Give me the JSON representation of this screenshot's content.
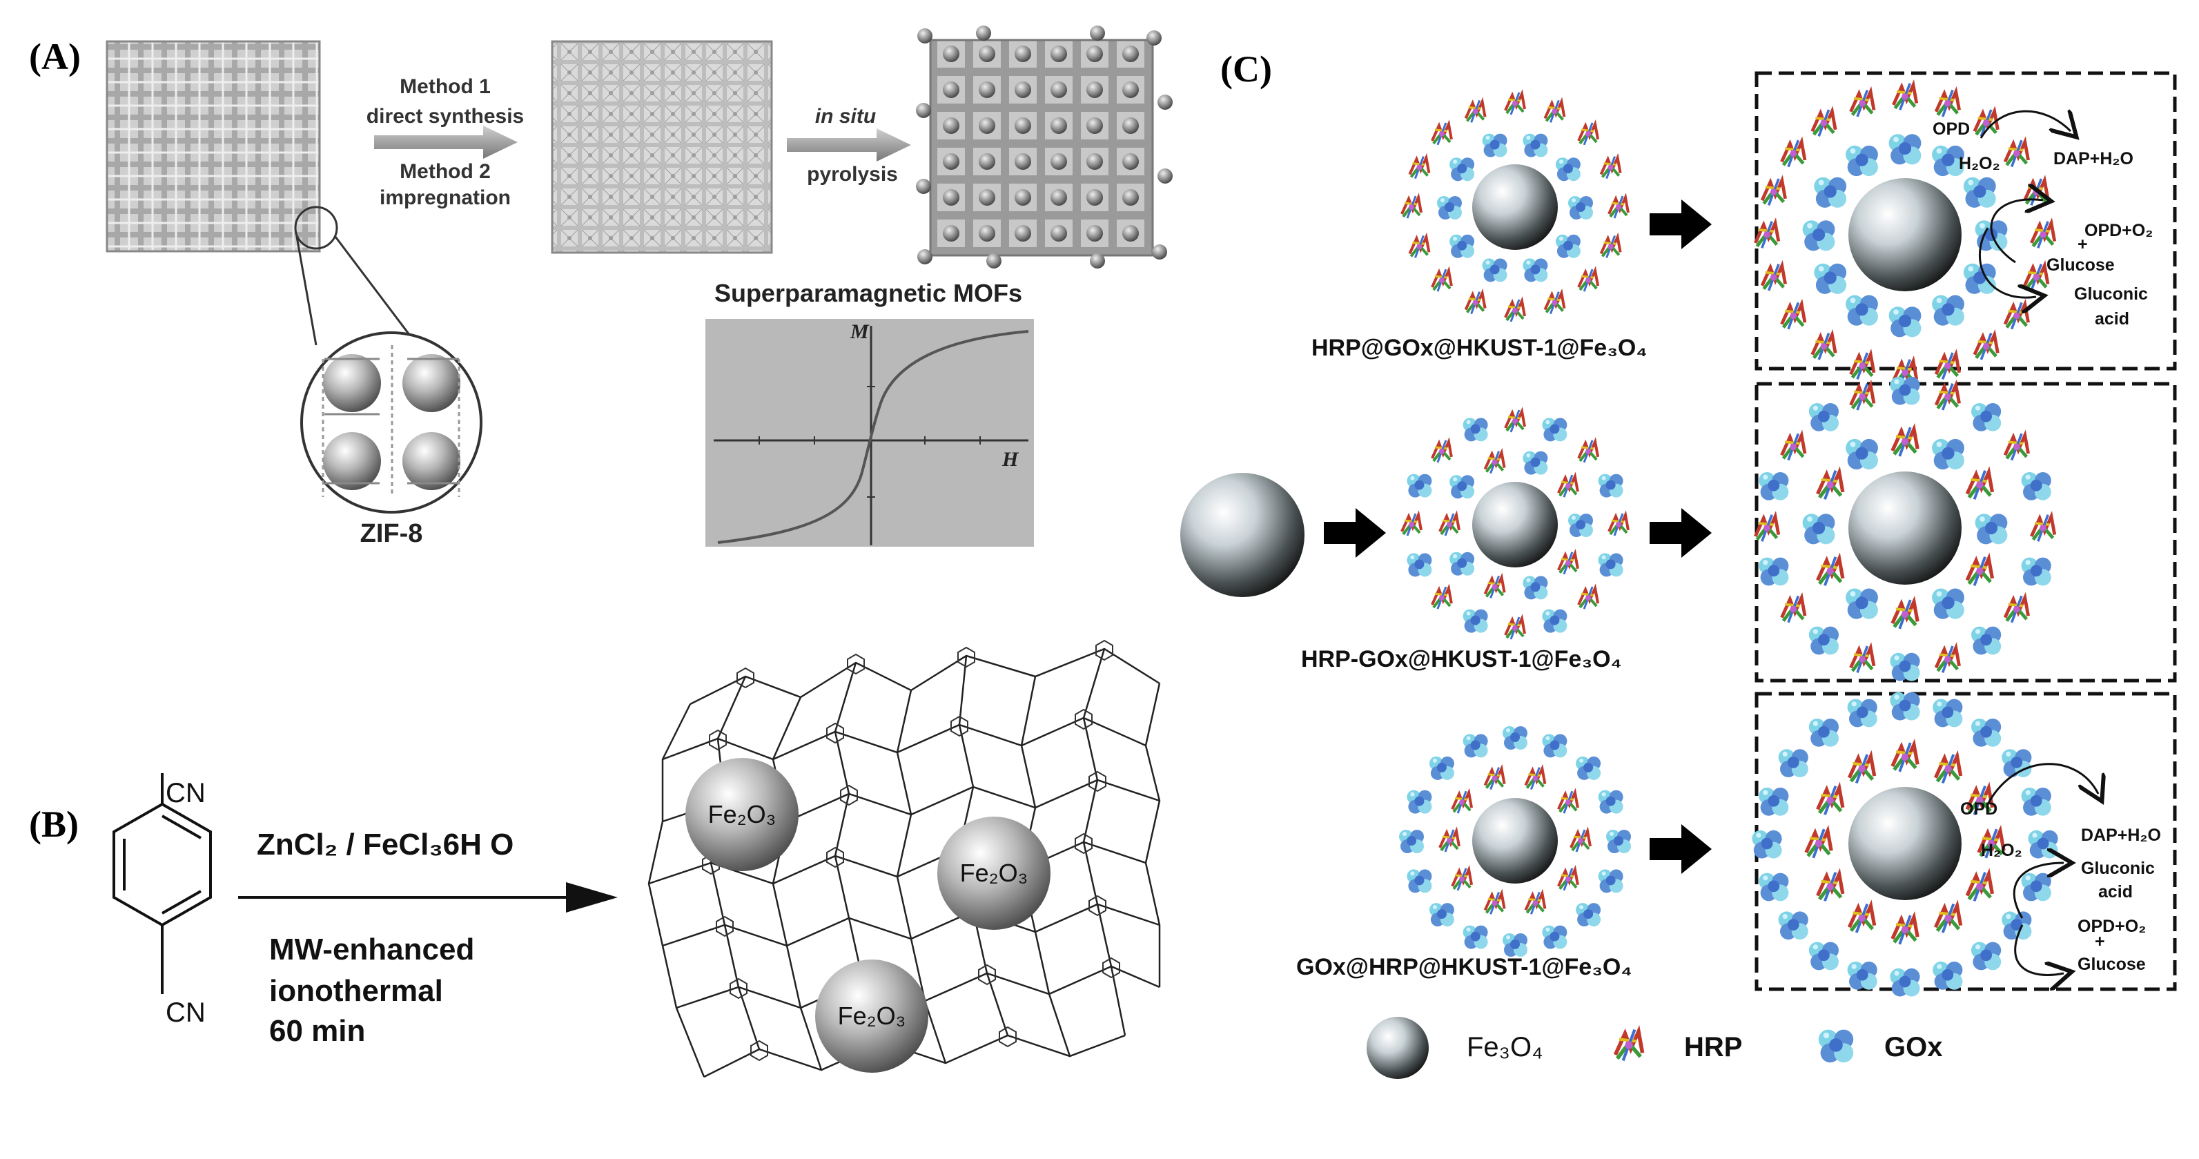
{
  "panels": {
    "a": {
      "label": "(A)",
      "method1_line1": "Method 1",
      "method1_line2": "direct synthesis",
      "method2_line1": "Method 2",
      "method2_line2": "impregnation",
      "insitu": "in situ",
      "pyrolysis": "pyrolysis",
      "zif_label": "ZIF-8",
      "caption": "Superparamagnetic MOFs",
      "plot_y": "M",
      "plot_x": "H"
    },
    "b": {
      "label": "(B)",
      "cn_top": "CN",
      "cn_bottom": "CN",
      "reagent": "ZnCl₂ / FeCl₃6H O",
      "cond1": "MW-enhanced",
      "cond2": "ionothermal",
      "cond3": "60 min",
      "particle": "Fe₂O₃"
    },
    "c": {
      "label": "(C)",
      "row1_label": "HRP@GOx@HKUST-1@Fe₃O₄",
      "row2_label": "HRP-GOx@HKUST-1@Fe₃O₄",
      "row3_label": "GOx@HRP@HKUST-1@Fe₃O₄",
      "r1_opd": "OPD",
      "r1_h2o2": "H₂O₂",
      "r1_dap": "DAP+H₂O",
      "r1_opdo2": "OPD+O₂",
      "r1_plus": "+",
      "r1_glucose": "Glucose",
      "r1_gluconic1": "Gluconic",
      "r1_gluconic2": "acid",
      "r3_opd": "OPD",
      "r3_h2o2": "H₂O₂",
      "r3_dap": "DAP+H₂O",
      "r3_gluconic1": "Gluconic",
      "r3_gluconic2": "acid",
      "r3_opdo2": "OPD+O₂",
      "r3_plus": "+",
      "r3_glucose": "Glucose",
      "legend_fe": "Fe₃O₄",
      "legend_hrp": "HRP",
      "legend_gox": "GOx"
    }
  },
  "colors": {
    "hrp_red": "#c0392b",
    "hrp_green": "#3a9a3a",
    "gox_blue": "#5a8fd6",
    "gox_cyan": "#7fd3e6",
    "mof_gray": "#b5b5b5"
  }
}
